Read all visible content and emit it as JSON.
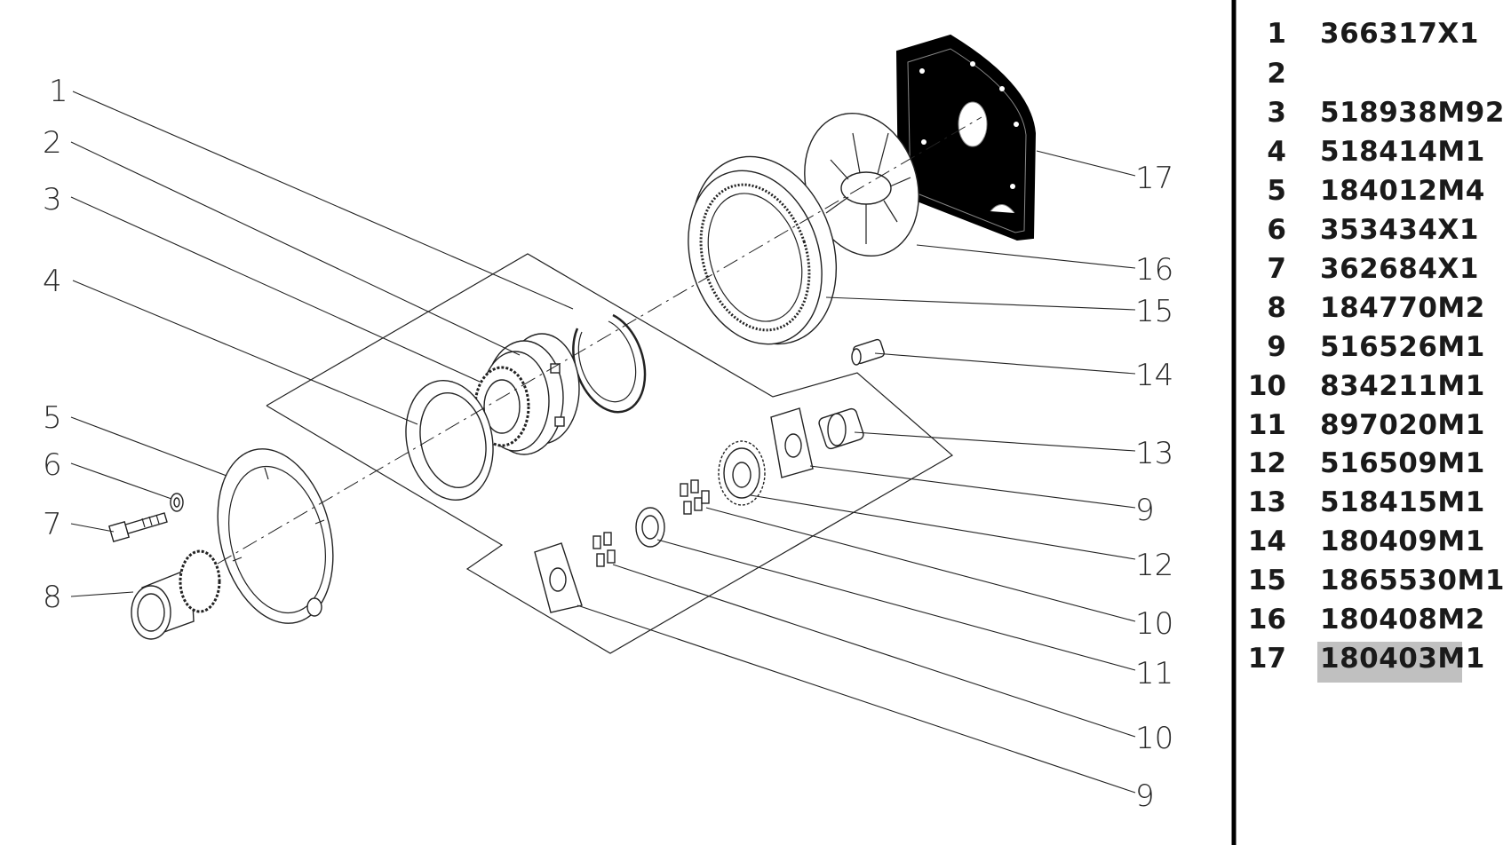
{
  "callouts": [
    "1",
    "2",
    "3",
    "4",
    "5",
    "6",
    "7",
    "8",
    "9",
    "10",
    "11",
    "12",
    "13",
    "14",
    "15",
    "16",
    "17",
    "9",
    "10",
    "9"
  ],
  "parts_list": [
    {
      "item": "1",
      "part_no": "366317X1"
    },
    {
      "item": "2",
      "part_no": ""
    },
    {
      "item": "3",
      "part_no": "518938M92"
    },
    {
      "item": "4",
      "part_no": "518414M1"
    },
    {
      "item": "5",
      "part_no": "184012M4"
    },
    {
      "item": "6",
      "part_no": "353434X1"
    },
    {
      "item": "7",
      "part_no": "362684X1"
    },
    {
      "item": "8",
      "part_no": "184770M2"
    },
    {
      "item": "9",
      "part_no": "516526M1"
    },
    {
      "item": "10",
      "part_no": "834211M1"
    },
    {
      "item": "11",
      "part_no": "897020M1"
    },
    {
      "item": "12",
      "part_no": "516509M1"
    },
    {
      "item": "13",
      "part_no": "518415M1"
    },
    {
      "item": "14",
      "part_no": "180409M1"
    },
    {
      "item": "15",
      "part_no": "1865530M1"
    },
    {
      "item": "16",
      "part_no": "180408M2"
    },
    {
      "item": "17",
      "part_no": "180403M1"
    }
  ],
  "selected_item": "17",
  "colors": {
    "ink": "#222222",
    "highlight": "#c0c0c0",
    "plate": "#000000"
  }
}
